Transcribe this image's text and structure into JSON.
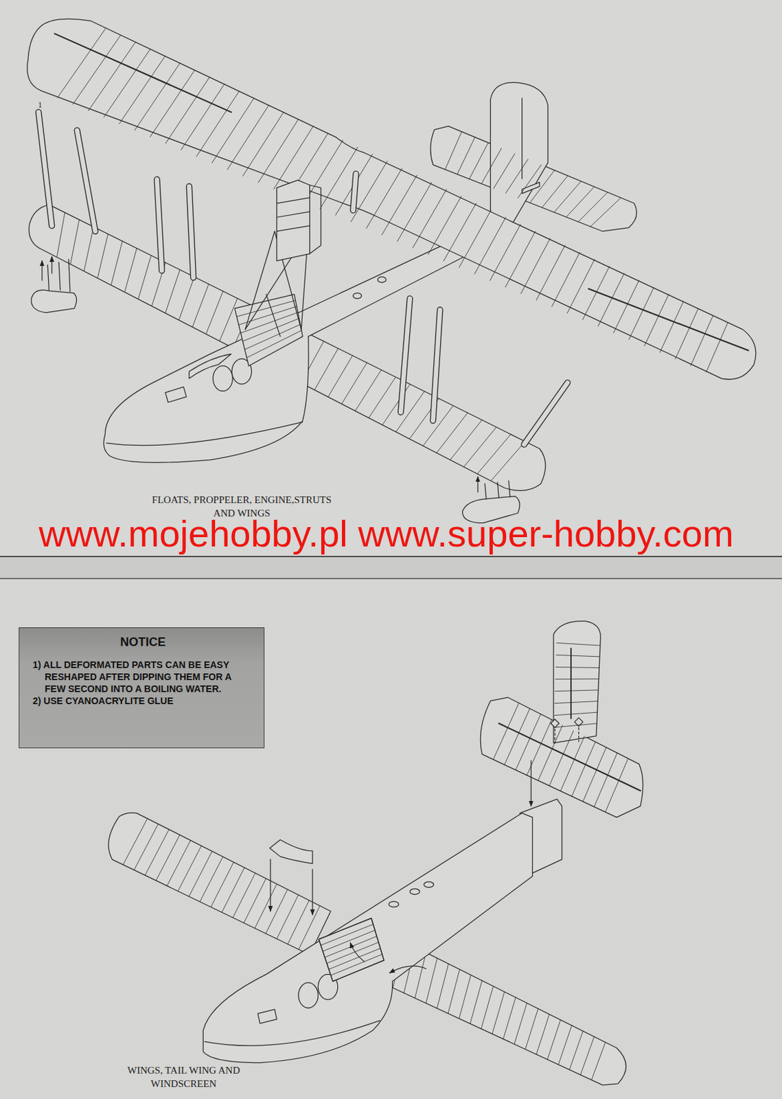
{
  "diagram": {
    "nodes": [
      {
        "text": [
          "NOTICE",
          "1) ALL DEFORMATED PARTS CAN BE EASY RESHAPED AFTER DIPPING THEM FOR A FEW SECOND INTO A BOILING WATER.",
          "2) USE CYANOACRYLITE GLUE"
        ]
      }
    ],
    "labels": [
      "1",
      "FLOATS, PROPPELER, ENGINE,STRUTS AND WINGS",
      "www.mojehobby.pl www.super-hobby.com",
      "WINGS, TAIL WING AND WINDSCREEN"
    ]
  }
}
